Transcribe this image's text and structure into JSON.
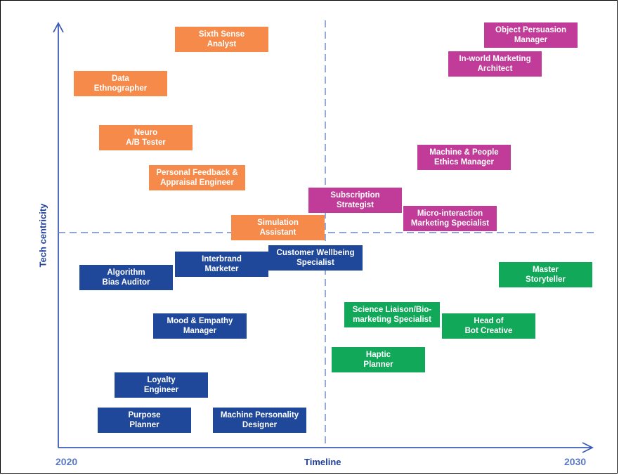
{
  "axes": {
    "x_label": "Timeline",
    "y_label": "Tech centricity",
    "x_start": "2020",
    "x_end": "2030"
  },
  "colors": {
    "orange": "#f58a4b",
    "magenta": "#c03c98",
    "blue": "#1f479a",
    "green": "#12a85a",
    "axis": "#3d5bb5"
  },
  "roles": {
    "sixth_sense_analyst": "Sixth Sense\nAnalyst",
    "data_ethnographer": "Data\nEthnographer",
    "neuro_ab_tester": "Neuro\nA/B Tester",
    "personal_feedback": "Personal Feedback &\nAppraisal Engineer",
    "simulation_assistant": "Simulation\nAssistant",
    "object_persuasion": "Object Persuasion\nManager",
    "inworld_marketing": "In-world Marketing\nArchitect",
    "machine_people_ethics": "Machine & People\nEthics Manager",
    "subscription_strategist": "Subscription\nStrategist",
    "micro_interaction": "Micro-interaction\nMarketing Specialist",
    "interbrand_marketer": "Interbrand\nMarketer",
    "customer_wellbeing": "Customer Wellbeing\nSpecialist",
    "algorithm_bias": "Algorithm\nBias Auditor",
    "mood_empathy": "Mood & Empathy\nManager",
    "loyalty_engineer": "Loyalty\nEngineer",
    "purpose_planner": "Purpose\nPlanner",
    "machine_personality": "Machine Personality\nDesigner",
    "master_storyteller": "Master\nStoryteller",
    "science_liaison": "Science Liaison/Bio-\nmarketing Specialist",
    "head_bot_creative": "Head of\nBot Creative",
    "haptic_planner": "Haptic\nPlanner"
  }
}
